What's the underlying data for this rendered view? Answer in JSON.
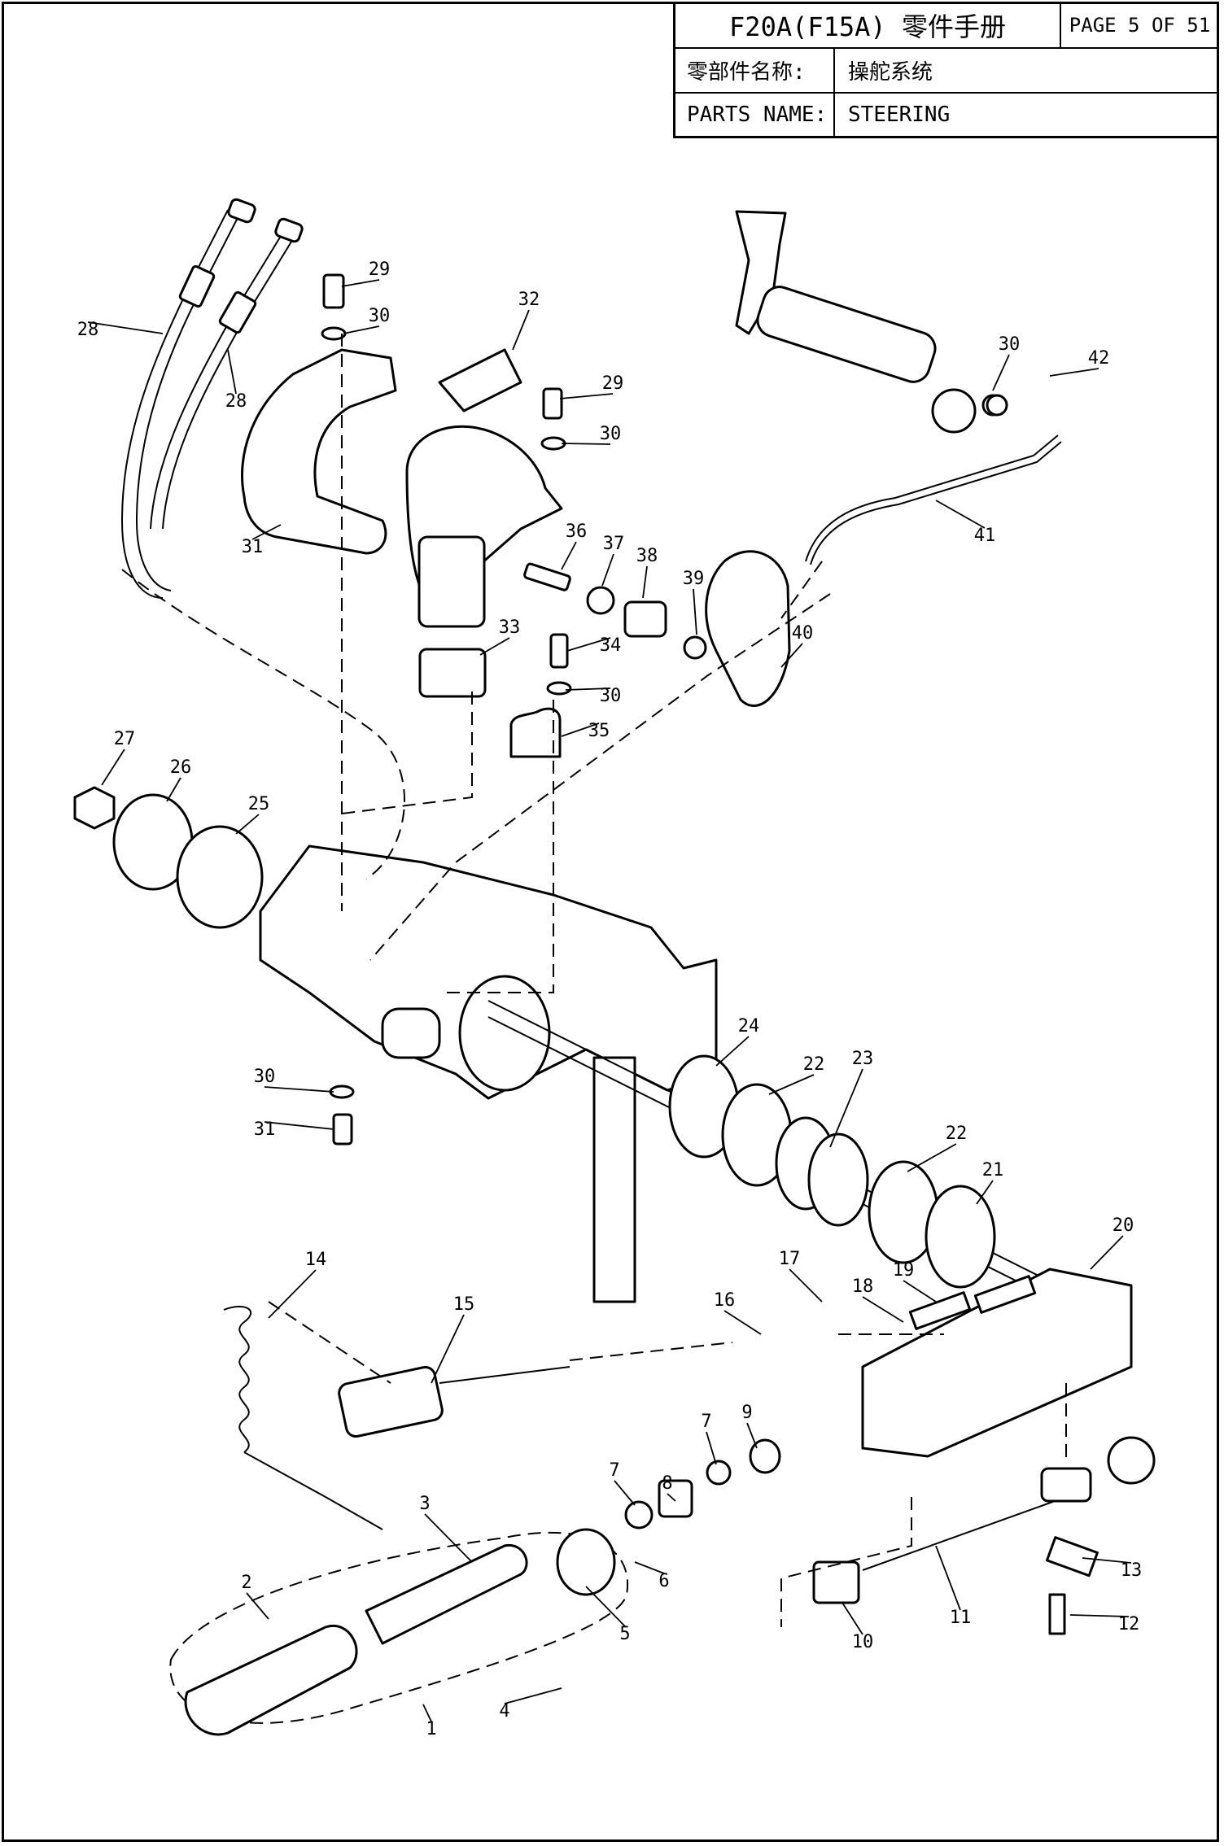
{
  "title_block": {
    "title": "F20A(F15A) 零件手册",
    "page": "PAGE 5 OF 51",
    "name_label_cn": "零部件名称:",
    "name_value_cn": "操舵系统",
    "name_label_en": "PARTS NAME:",
    "name_value_en": "STEERING"
  },
  "callouts": [
    "1",
    "2",
    "3",
    "4",
    "5",
    "6",
    "7",
    "7",
    "8",
    "9",
    "10",
    "11",
    "12",
    "13",
    "14",
    "15",
    "16",
    "17",
    "18",
    "19",
    "20",
    "21",
    "22",
    "22",
    "23",
    "24",
    "25",
    "26",
    "27",
    "28",
    "28",
    "29",
    "29",
    "30",
    "30",
    "30",
    "30",
    "30",
    "31",
    "31",
    "32",
    "33",
    "34",
    "35",
    "36",
    "37",
    "38",
    "39",
    "40",
    "41",
    "42"
  ]
}
